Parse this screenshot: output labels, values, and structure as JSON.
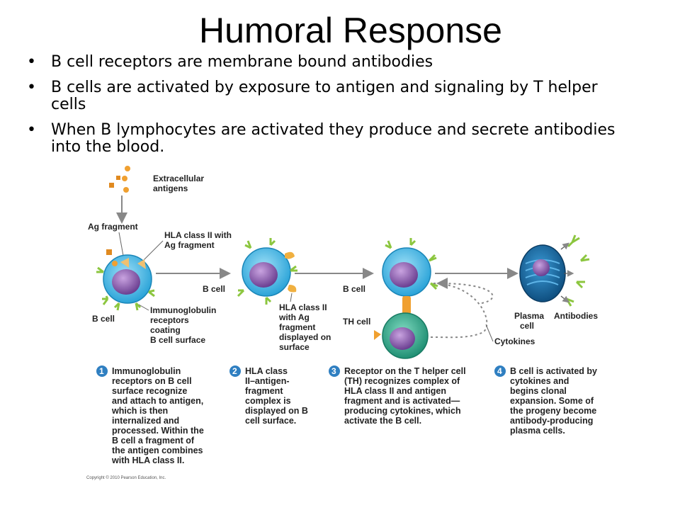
{
  "title": "Humoral Response",
  "bullet_char": "•",
  "bullets": [
    "B cell receptors are membrane bound antibodies",
    "B cells are activated by exposure to antigen and signaling by T helper",
    "cells",
    "When B lymphocytes are activated they produce and secrete antibodies",
    "into the blood."
  ],
  "diagram": {
    "labels": {
      "extracellular": [
        "Extracellular",
        "antigens"
      ],
      "ag_fragment": "Ag fragment",
      "hla_ag": [
        "HLA class II with",
        "Ag fragment"
      ],
      "b_cell_1": "B cell",
      "immunoglobulin": [
        "Immunoglobulin",
        "receptors",
        "coating",
        "B cell surface"
      ],
      "b_cell_2": "B cell",
      "hla_displayed": [
        "HLA class II",
        "with Ag",
        "fragment",
        "displayed on",
        "surface"
      ],
      "b_cell_3": "B cell",
      "th_cell": "TH cell",
      "cytokines": "Cytokines",
      "plasma_cell": [
        "Plasma",
        "cell"
      ],
      "antibodies": "Antibodies"
    },
    "steps": [
      {
        "num": "1",
        "lines": [
          "Immunoglobulin",
          "receptors on B cell",
          "surface recognize",
          "and attach to antigen,",
          "which is then",
          "internalized and",
          "processed. Within the",
          "B cell a fragment of",
          "the antigen combines",
          "with HLA class II."
        ]
      },
      {
        "num": "2",
        "lines": [
          "HLA class",
          "II–antigen-",
          "fragment",
          "complex is",
          "displayed on B",
          "cell surface."
        ]
      },
      {
        "num": "3",
        "lines": [
          "Receptor on the T helper cell",
          "(TH) recognizes complex of",
          "HLA class II and antigen",
          "fragment and is activated—",
          "producing cytokines, which",
          "activate the B cell."
        ]
      },
      {
        "num": "4",
        "lines": [
          "B cell is activated by",
          "cytokines and",
          "begins clonal",
          "expansion. Some of",
          "the progeny become",
          "antibody-producing",
          "plasma cells."
        ]
      }
    ],
    "copyright": "Copyright © 2010 Pearson Education, Inc.",
    "colors": {
      "cell_outer": "#3fb7e6",
      "nucleus": "#8a5aa8",
      "receptor": "#8cc63f",
      "antigen": "#f0a030",
      "th_cell": "#2aa58a",
      "step_badge": "#2f7fc1",
      "plasma": "#1a6fa8"
    }
  }
}
